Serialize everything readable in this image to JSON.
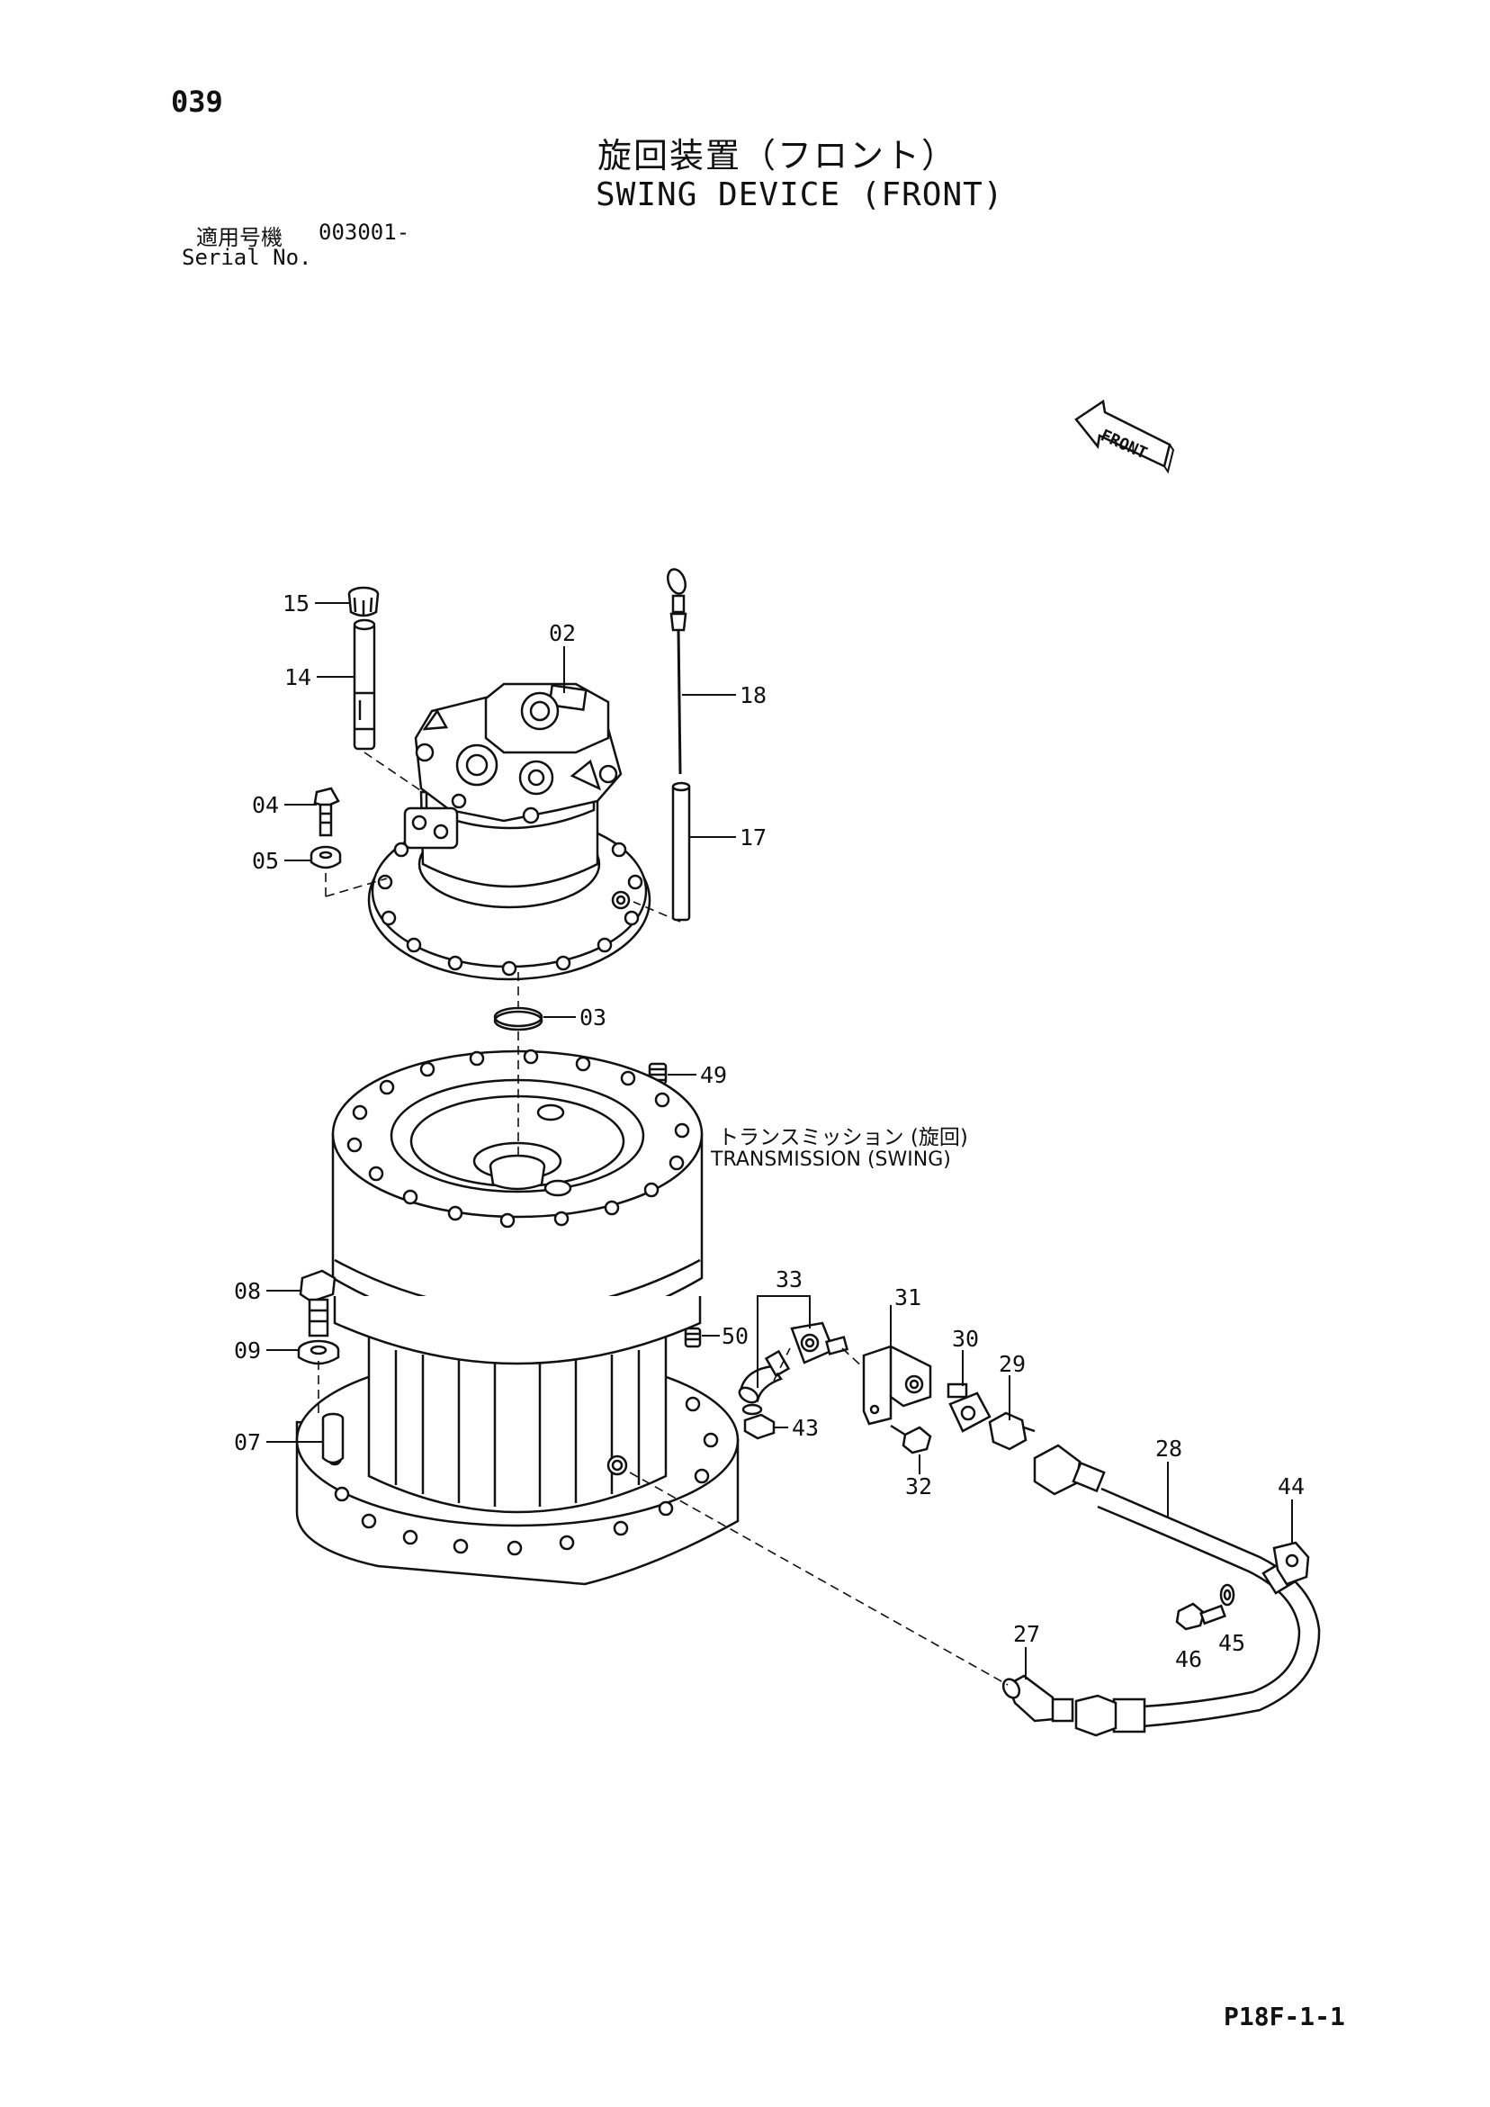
{
  "header": {
    "page_number": "039",
    "title_jp": "旋回装置（フロント）",
    "title_en": "SWING DEVICE (FRONT)",
    "serial_label_jp": "適用号機",
    "serial_value": "003001-",
    "serial_label_en": "Serial No."
  },
  "front_arrow": {
    "label": "FRONT"
  },
  "assembly_label": {
    "jp": "トランスミッション (旋回)",
    "en": "TRANSMISSION (SWING)"
  },
  "callouts": [
    "15",
    "14",
    "02",
    "18",
    "04",
    "05",
    "17",
    "03",
    "49",
    "08",
    "09",
    "07",
    "33",
    "31",
    "30",
    "29",
    "50",
    "43",
    "32",
    "28",
    "44",
    "27",
    "46",
    "45"
  ],
  "footer": {
    "code": "P18F-1-1"
  }
}
